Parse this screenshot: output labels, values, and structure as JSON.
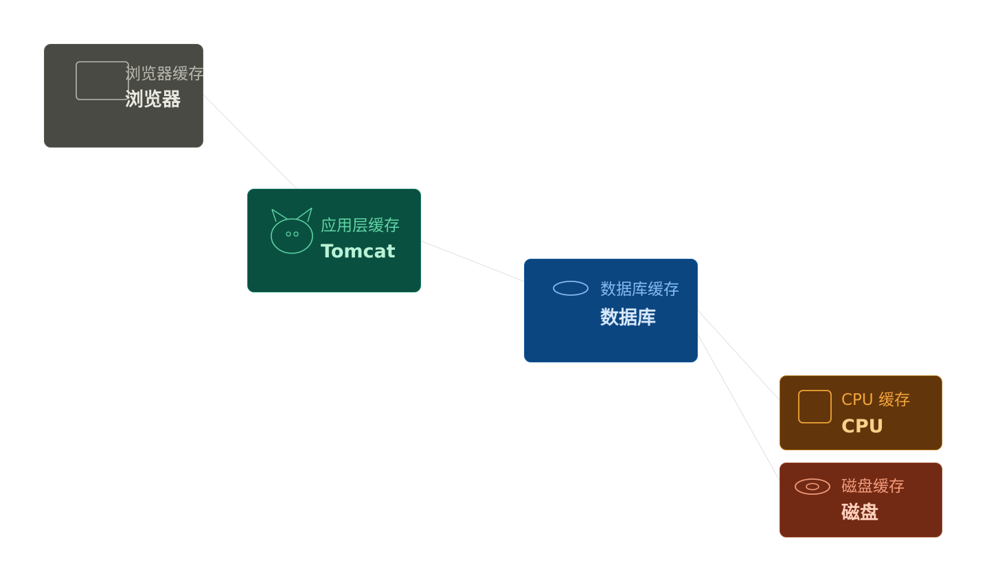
{
  "nodes": {
    "browser": {
      "subtitle": "浏览器缓存",
      "title": "浏览器",
      "icon": "window-icon",
      "colors": {
        "bg": "#4a4a44",
        "border": "#5a5a54",
        "sub": "#b8b8b0",
        "title": "#e8e8e0",
        "icon": "#b8b8b0"
      }
    },
    "tomcat": {
      "subtitle": "应用层缓存",
      "title": "Tomcat",
      "icon": "cat-face-icon",
      "colors": {
        "bg": "#0a5040",
        "border": "#137a5e",
        "sub": "#5fd4a4",
        "title": "#b9f2d6",
        "icon": "#5fd4a4"
      }
    },
    "database": {
      "subtitle": "数据库缓存",
      "title": "数据库",
      "icon": "database-icon",
      "colors": {
        "bg": "#0c4680",
        "border": "#1a5da0",
        "sub": "#86baf0",
        "title": "#d6e8fb",
        "icon": "#86baf0"
      }
    },
    "cpu": {
      "subtitle": "CPU 缓存",
      "title": "CPU",
      "icon": "chip-icon",
      "colors": {
        "bg": "#62360a",
        "border": "#b0700e",
        "sub": "#f3a43a",
        "title": "#fbd08a",
        "icon": "#f3a43a"
      }
    },
    "disk": {
      "subtitle": "磁盘缓存",
      "title": "磁盘",
      "icon": "disk-icon",
      "colors": {
        "bg": "#722a14",
        "border": "#9a4228",
        "sub": "#f29a7a",
        "title": "#fcd0bc",
        "icon": "#f29a7a"
      }
    }
  },
  "edges": [
    [
      "browser",
      "tomcat"
    ],
    [
      "tomcat",
      "database"
    ],
    [
      "database",
      "cpu"
    ],
    [
      "database",
      "disk"
    ]
  ],
  "edge_color": "#e4e4e4"
}
